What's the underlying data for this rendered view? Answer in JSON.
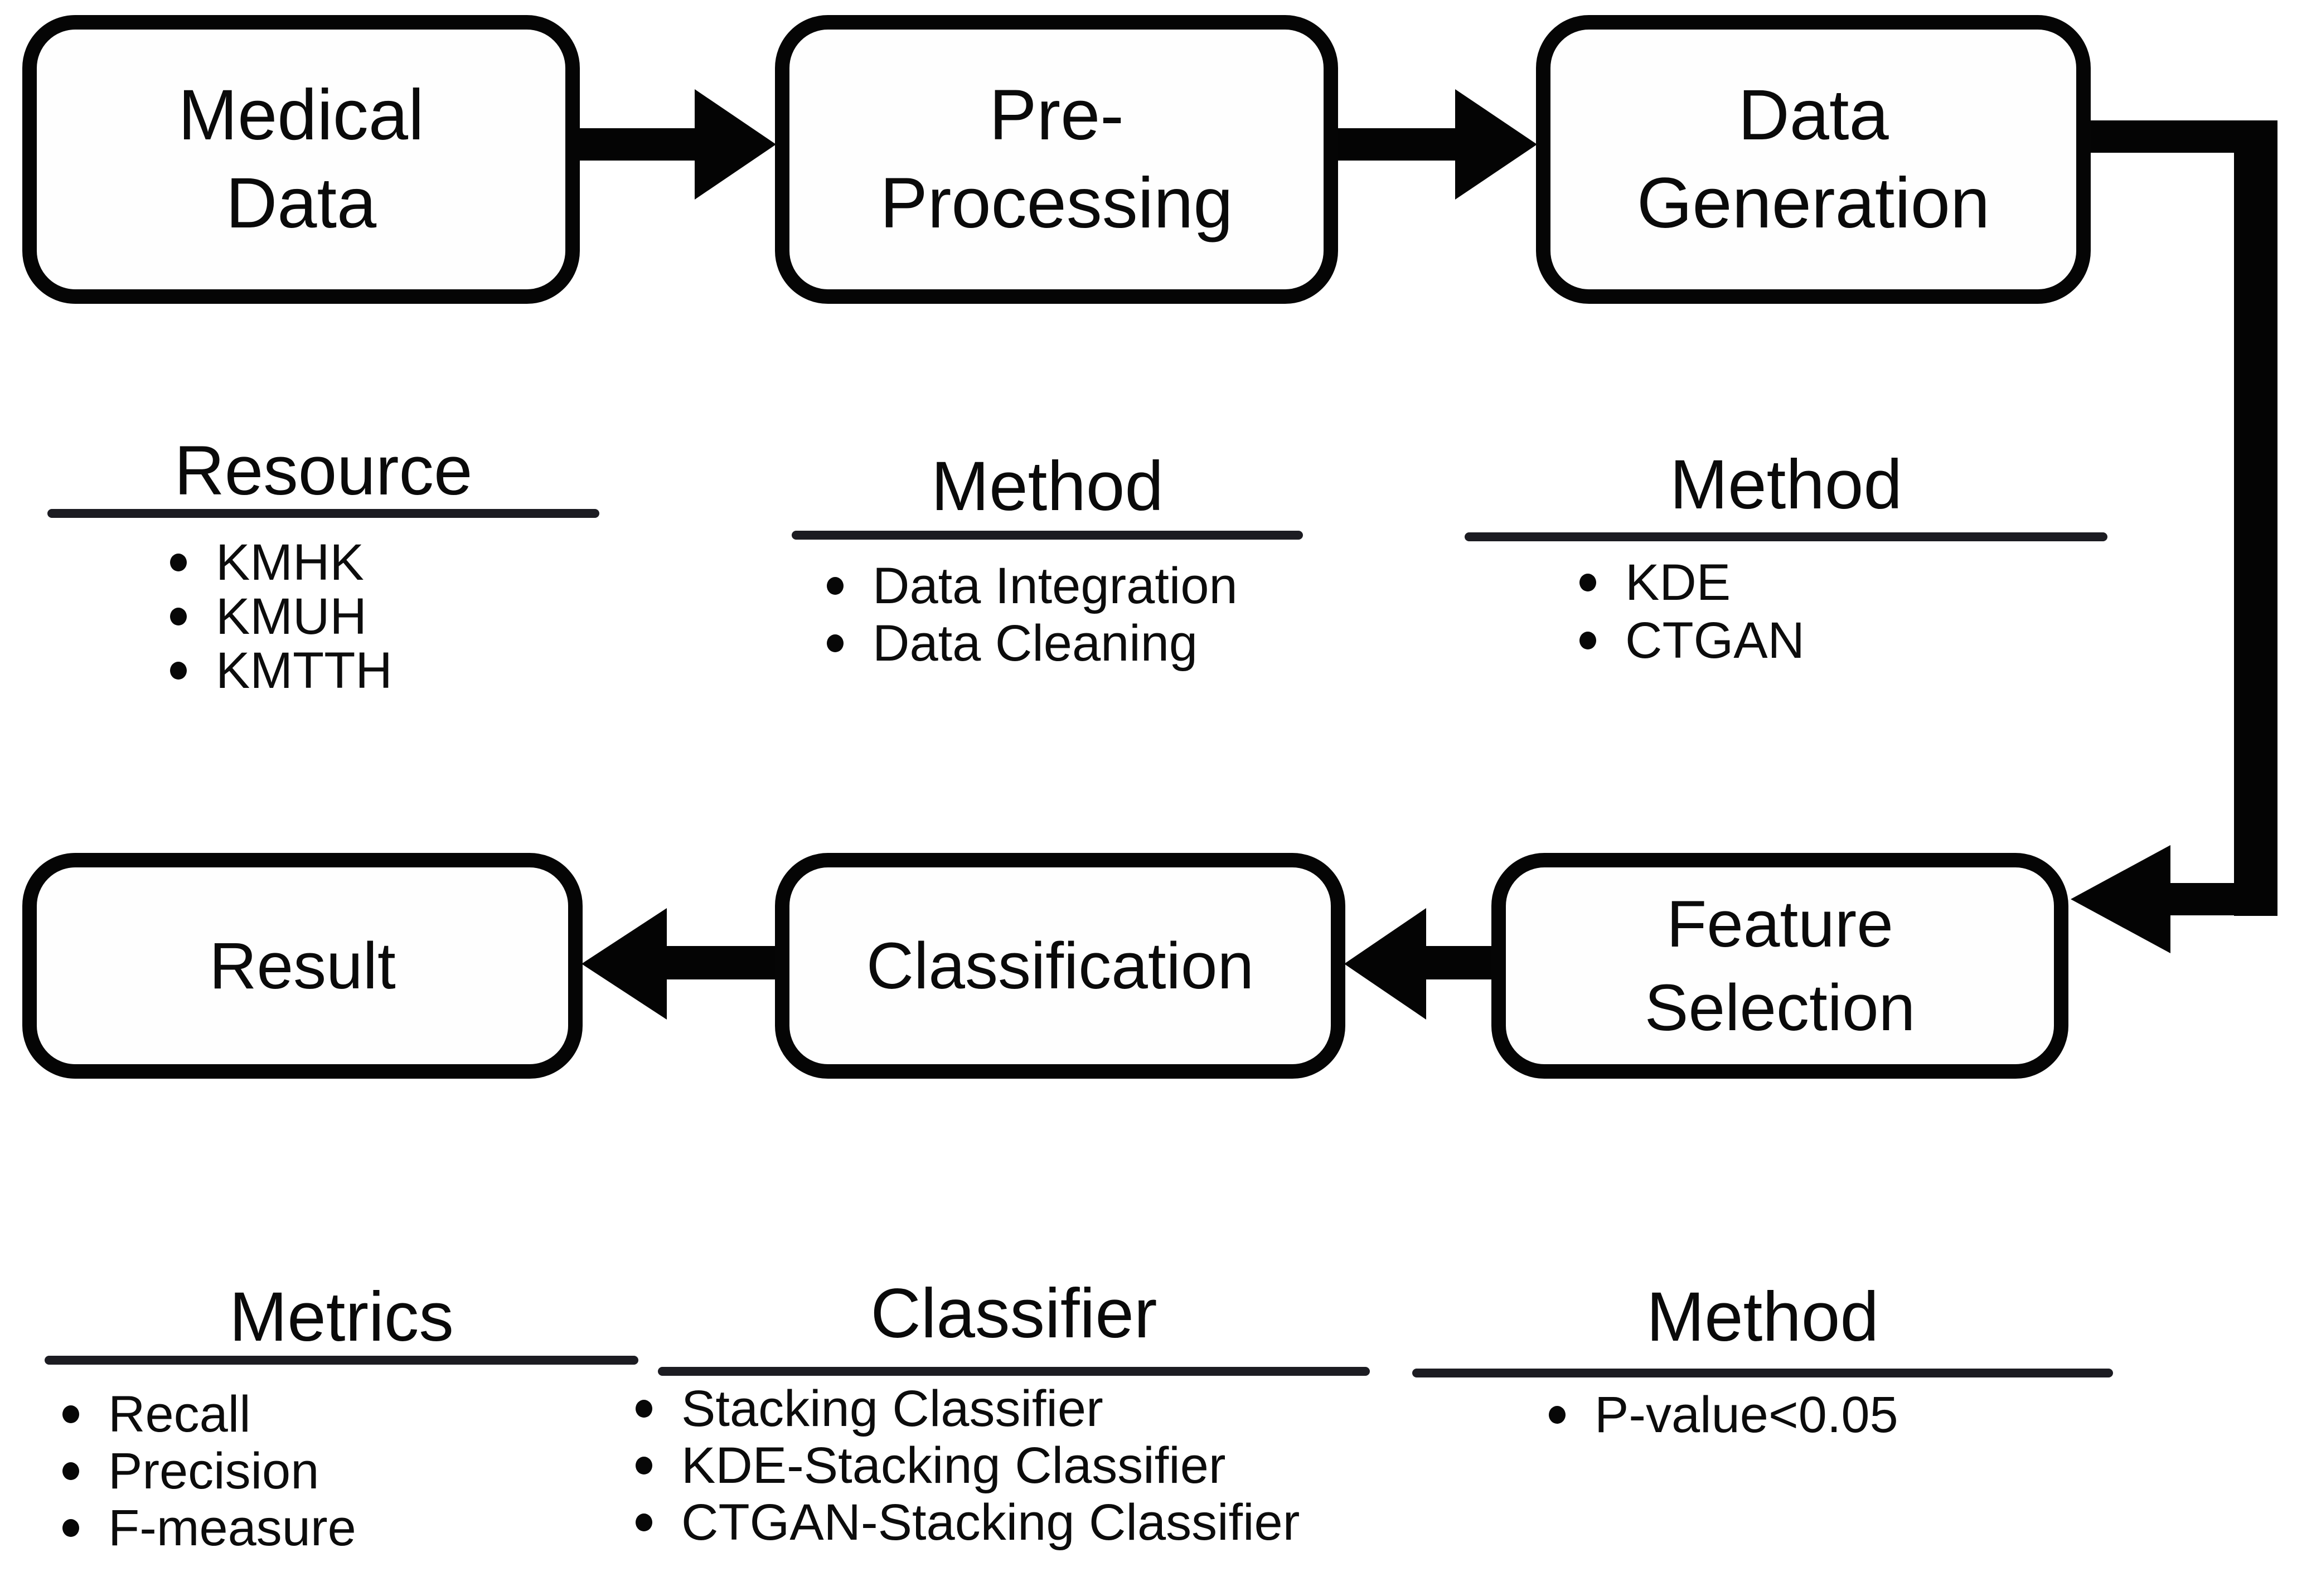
{
  "figure": {
    "background": "#ffffff",
    "ink": "#050505",
    "underline_color": "#1c1c22",
    "nodes": {
      "medical_data": {
        "line1": "Medical",
        "line2": "Data"
      },
      "pre_processing": {
        "line1": "Pre-",
        "line2": "Processing"
      },
      "data_generation": {
        "line1": "Data",
        "line2": "Generation"
      },
      "result": {
        "line1": "Result"
      },
      "classification": {
        "line1": "Classification"
      },
      "feature_selection": {
        "line1": "Feature",
        "line2": "Selection"
      }
    },
    "annotations": {
      "resource": {
        "heading": "Resource",
        "items": [
          "KMHK",
          "KMUH",
          "KMTTH"
        ]
      },
      "preprocessing_method": {
        "heading": "Method",
        "items": [
          "Data Integration",
          "Data Cleaning"
        ]
      },
      "generation_method": {
        "heading": "Method",
        "items": [
          "KDE",
          "CTGAN"
        ]
      },
      "metrics": {
        "heading": "Metrics",
        "items": [
          "Recall",
          "Precision",
          "F-measure"
        ]
      },
      "classifier": {
        "heading": "Classifier",
        "items": [
          "Stacking Classifier",
          "KDE-Stacking Classifier",
          "CTGAN-Stacking Classifier"
        ]
      },
      "selection_method": {
        "heading": "Method",
        "items": [
          "P-value<0.05"
        ]
      }
    }
  }
}
